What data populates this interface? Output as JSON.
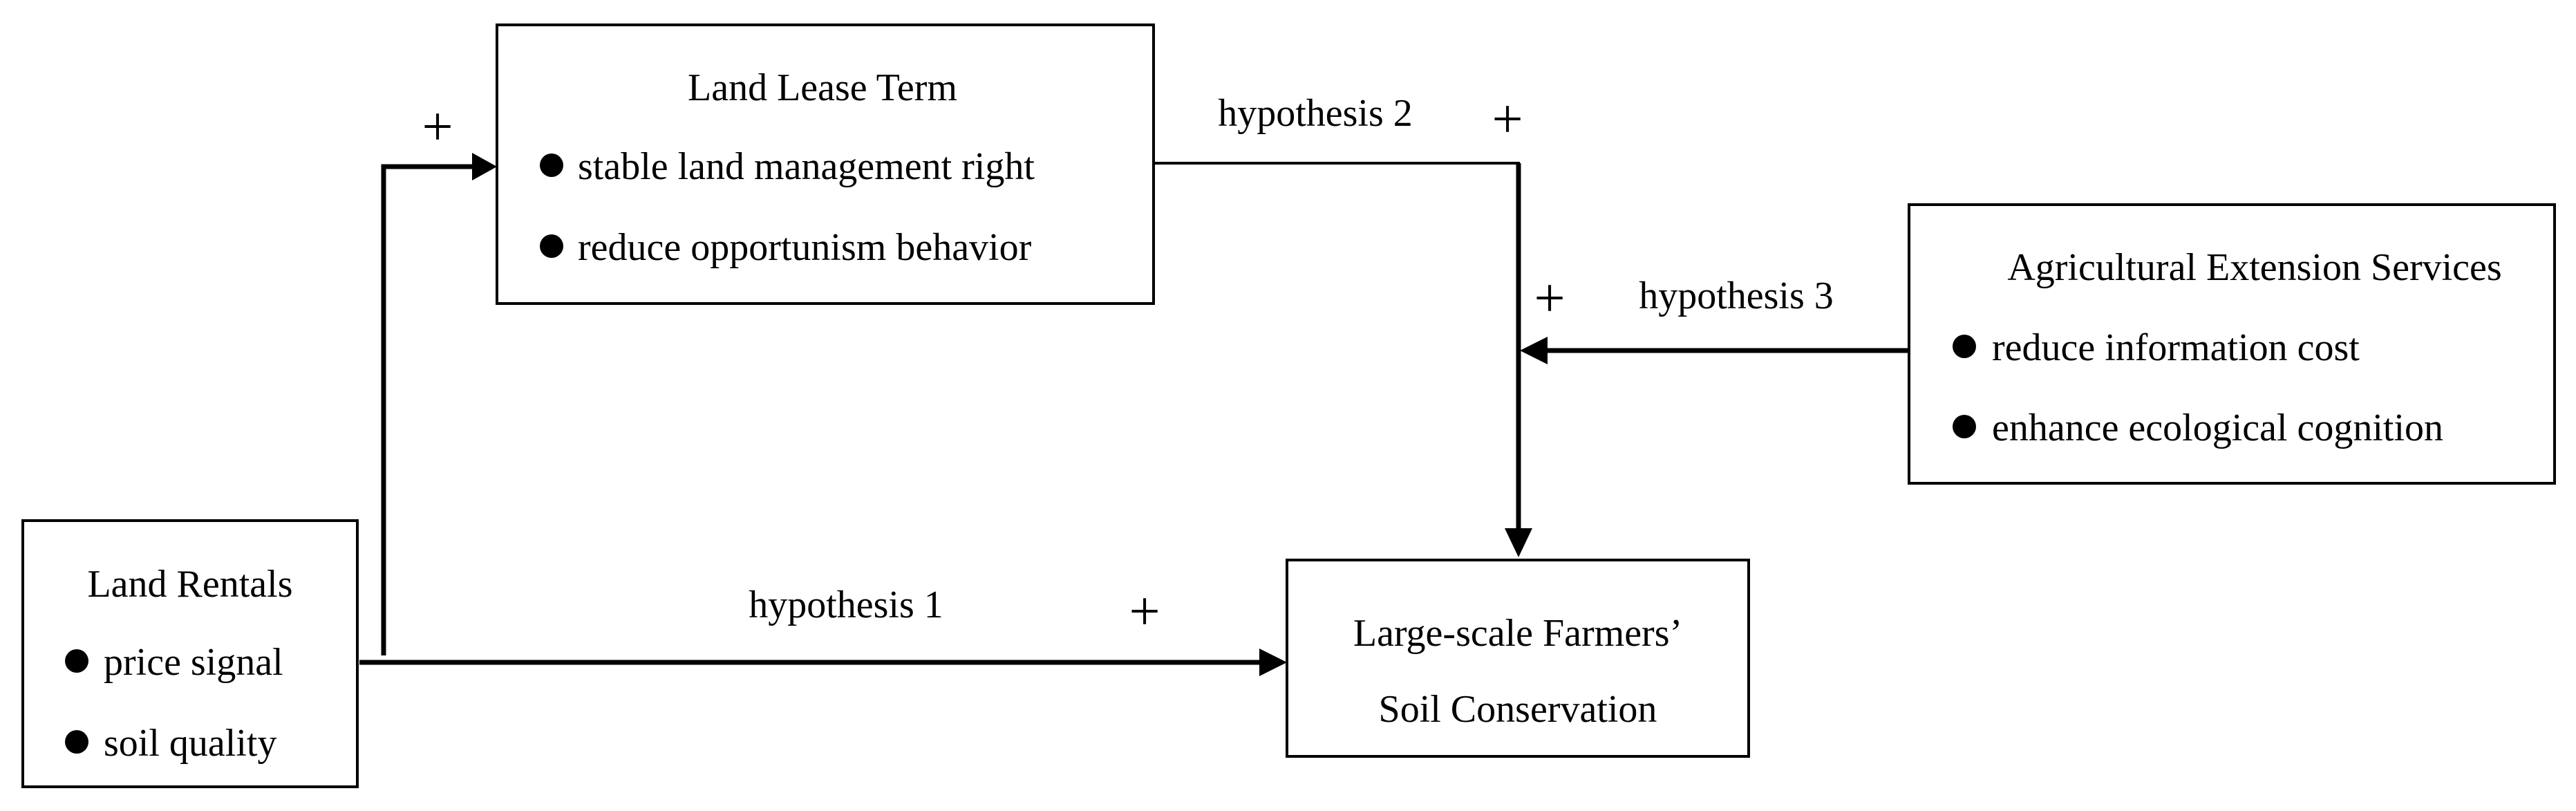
{
  "nodes": {
    "land_lease_term": {
      "title": "Land Lease Term",
      "items": [
        "stable land management right",
        "reduce opportunism behavior"
      ]
    },
    "agricultural_extension": {
      "title": "Agricultural Extension Services",
      "items": [
        "reduce information cost",
        "enhance ecological cognition"
      ]
    },
    "land_rentals": {
      "title": "Land Rentals",
      "items": [
        "price signal",
        "soil quality"
      ]
    },
    "outcome": {
      "title_line1": "Large-scale Farmers’",
      "title_line2": "Soil Conservation"
    }
  },
  "edges": {
    "rentals_to_lease": {
      "sign": "+"
    },
    "hypothesis_1": {
      "label": "hypothesis 1",
      "sign": "+"
    },
    "hypothesis_2": {
      "label": "hypothesis 2",
      "sign": "+"
    },
    "hypothesis_3": {
      "label": "hypothesis 3",
      "sign": "+"
    }
  }
}
